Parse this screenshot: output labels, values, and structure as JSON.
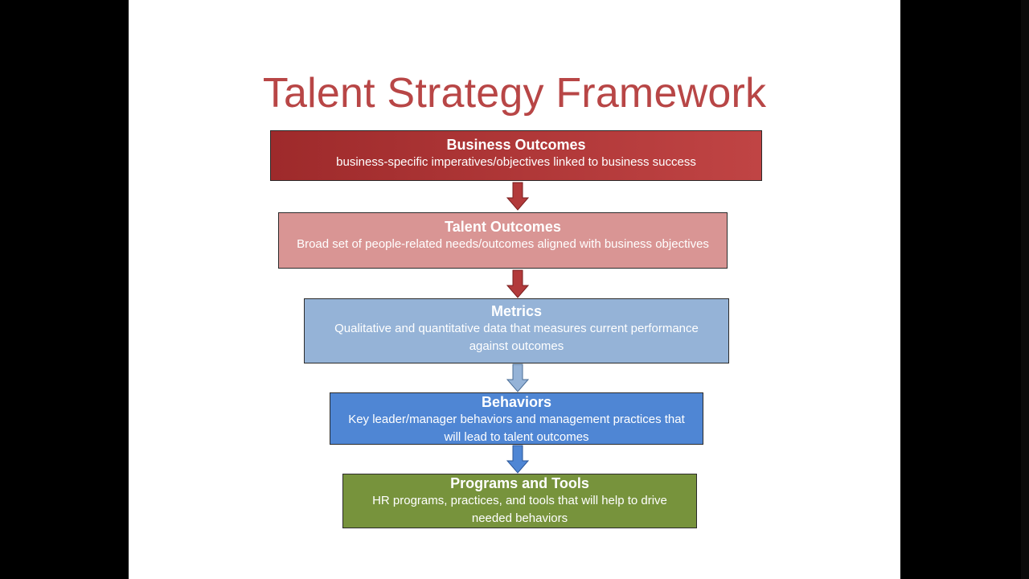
{
  "title": "Talent Strategy Framework",
  "boxes": [
    {
      "heading": "Business Outcomes",
      "description": "business-specific imperatives/objectives linked to business success"
    },
    {
      "heading": "Talent Outcomes",
      "description": "Broad set of people-related needs/outcomes aligned with business objectives"
    },
    {
      "heading": "Metrics",
      "description": "Qualitative and quantitative data that measures current performance against outcomes"
    },
    {
      "heading": "Behaviors",
      "description": "Key leader/manager behaviors and management practices that will lead to talent outcomes"
    },
    {
      "heading": "Programs and Tools",
      "description": "HR programs, practices, and tools that will help to drive needed behaviors"
    }
  ],
  "colors": {
    "title": "#b84646",
    "business_outcomes": "#b23a3b",
    "talent_outcomes": "#d99594",
    "metrics": "#95b3d7",
    "behaviors": "#4f86d4",
    "programs_and_tools": "#77933c"
  }
}
